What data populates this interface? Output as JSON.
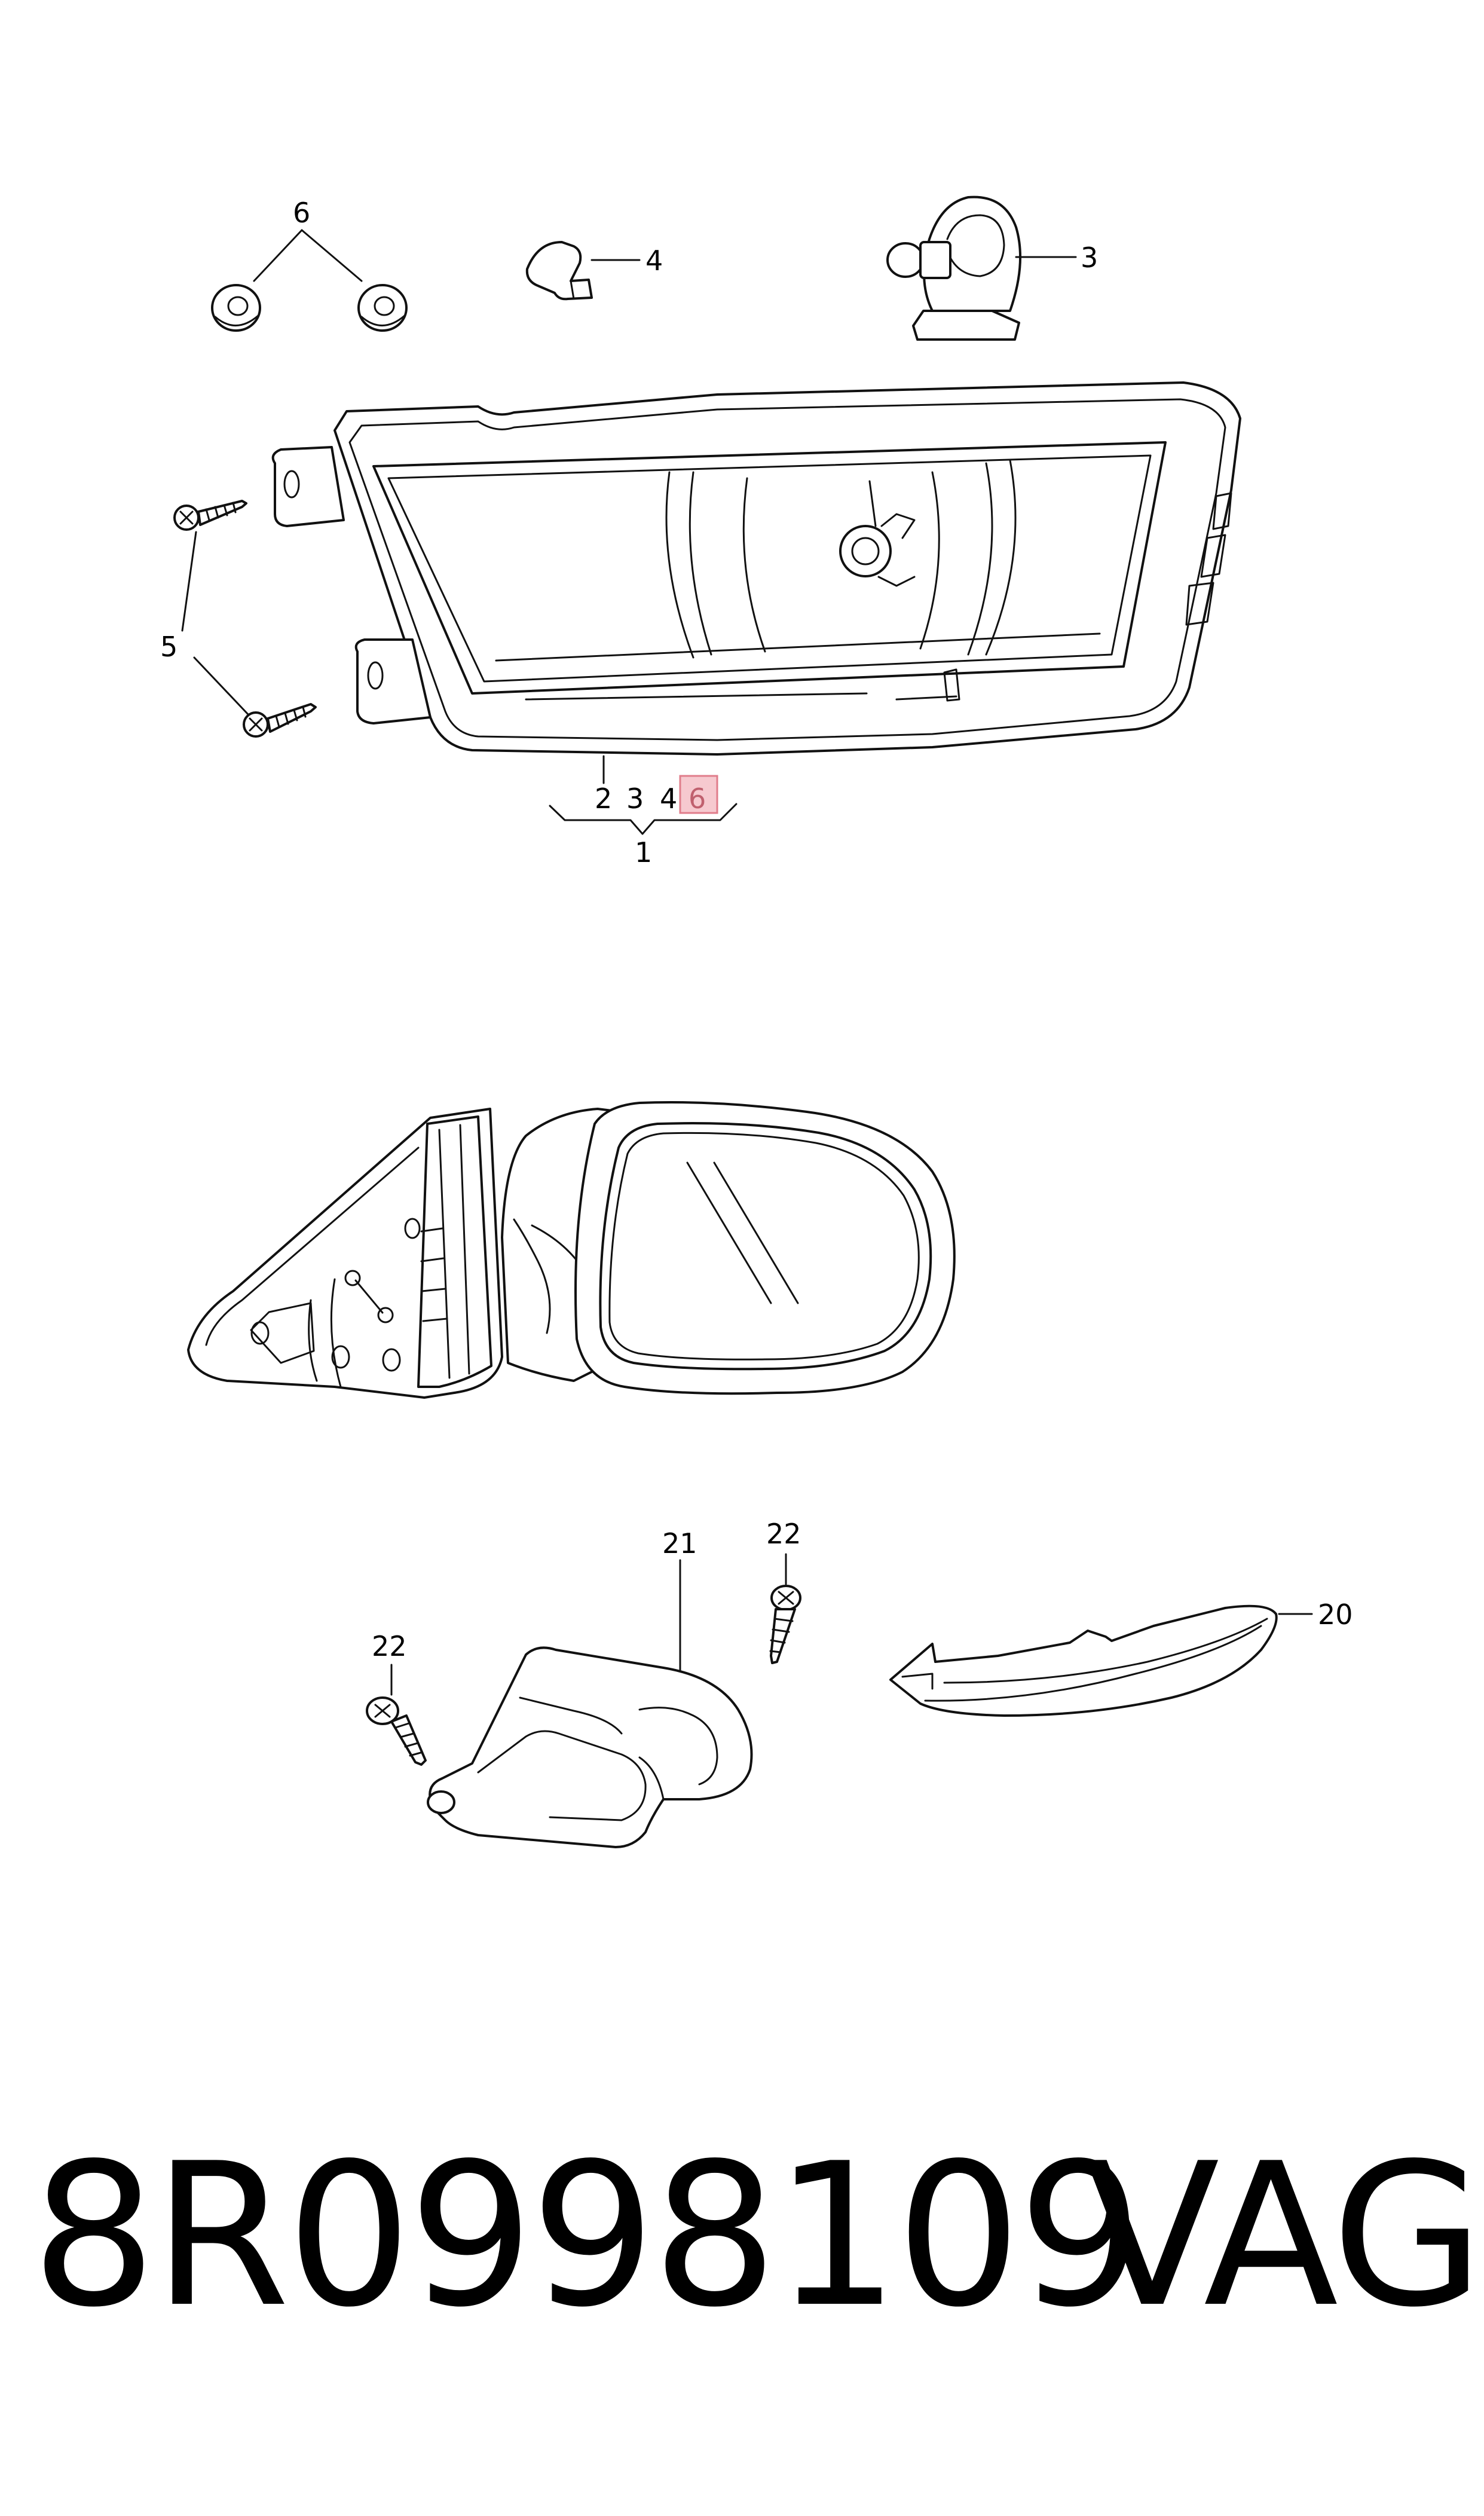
{
  "callouts": {
    "nuts_6": "6",
    "connector_4": "4",
    "bulb_3": "3",
    "screws_5": "5",
    "group_2": "2",
    "group_3": "3",
    "group_4": "4",
    "group_6": "6",
    "group_1": "1",
    "bracket_21": "21",
    "screw_22_right": "22",
    "screw_22_left": "22",
    "strip_20": "20"
  },
  "footer": {
    "part_number": "8R0998109",
    "brand": "VAG"
  },
  "colors": {
    "line": "#111111",
    "highlight_fill": "#f6c9cf",
    "highlight_stroke": "#e07d8b",
    "background": "#ffffff"
  }
}
